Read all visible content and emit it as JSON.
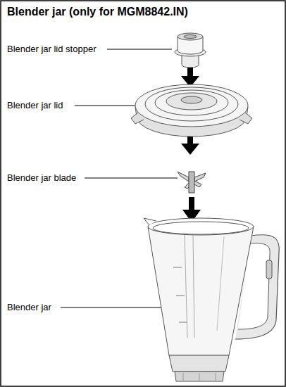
{
  "diagram": {
    "title": "Blender jar (only for MGM8842.IN)",
    "labels": [
      "Blender jar lid stopper",
      "Blender jar lid",
      "Blender jar blade",
      "Blender jar"
    ]
  }
}
